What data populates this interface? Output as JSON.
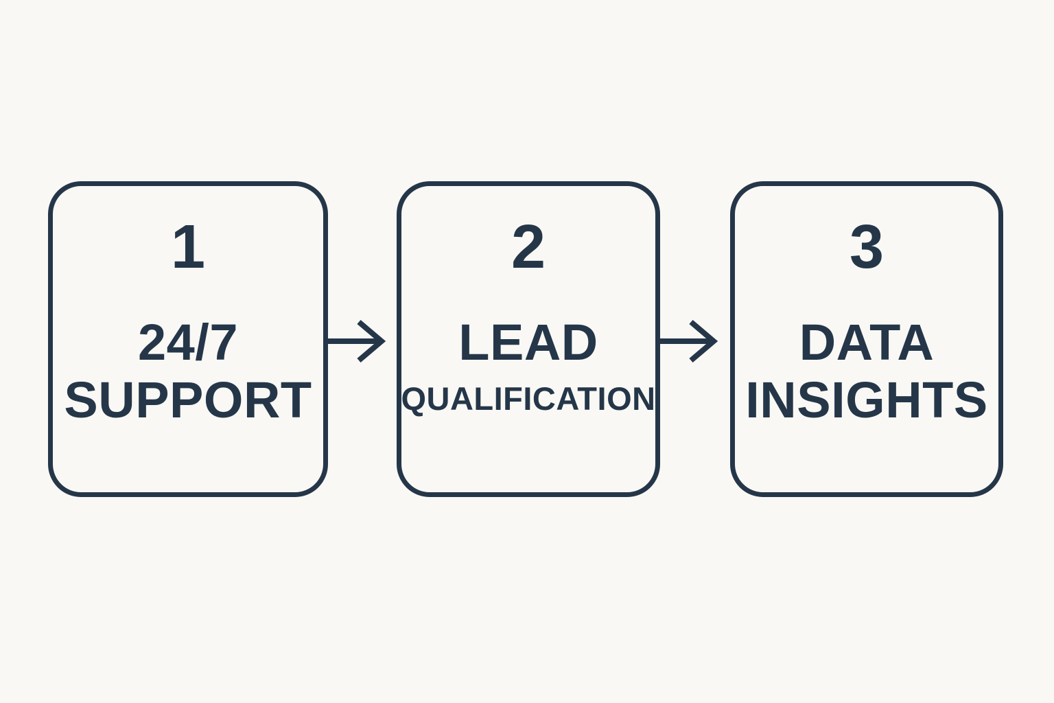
{
  "colors": {
    "background": "#f9f8f4",
    "accent": "#253649"
  },
  "steps": [
    {
      "number": "1",
      "label_line1": "24/7",
      "label_line2": "SUPPORT"
    },
    {
      "number": "2",
      "label_line1": "LEAD",
      "label_line2": "QUALIFICATION"
    },
    {
      "number": "3",
      "label_line1": "DATA",
      "label_line2": "INSIGHTS"
    }
  ],
  "icons": {
    "connector": "arrow-right-icon"
  }
}
